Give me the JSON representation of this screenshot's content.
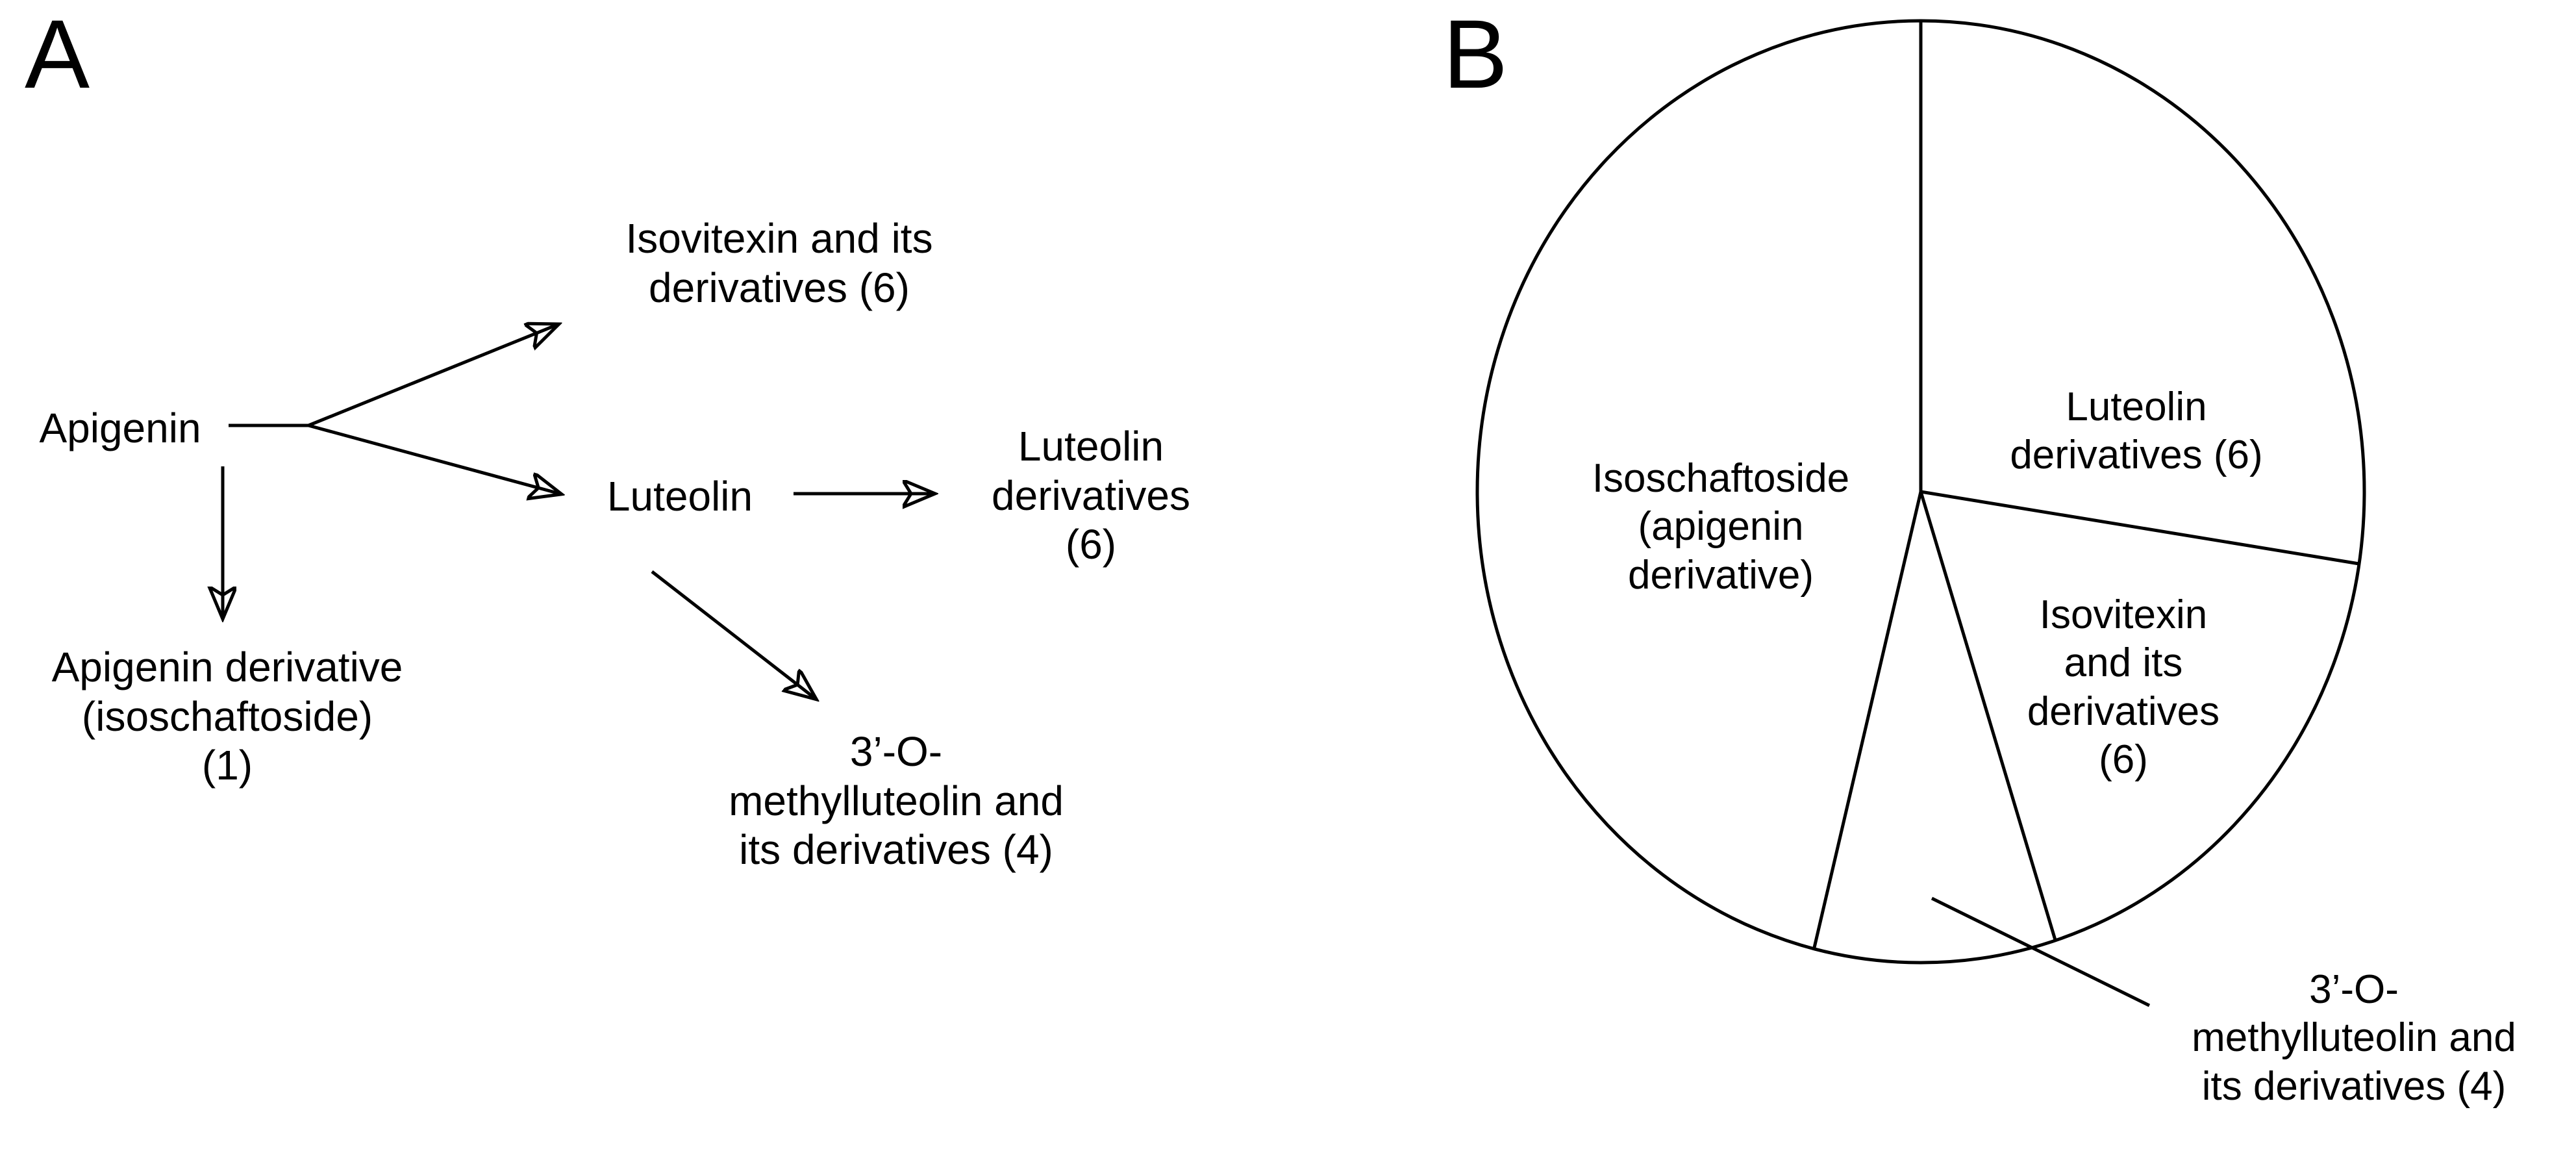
{
  "figure": {
    "panels": [
      {
        "letter": "A",
        "kind": "flow-diagram"
      },
      {
        "letter": "B",
        "kind": "pie-chart"
      }
    ],
    "colors": {
      "stroke": "#000000",
      "background": "#ffffff",
      "text": "#000000"
    }
  },
  "panel_a": {
    "letter": "A",
    "nodes": {
      "apigenin": "Apigenin",
      "isovitexin": "Isovitexin and its\nderivatives (6)",
      "luteolin": "Luteolin",
      "luteolin_derivatives": "Luteolin\nderivatives\n(6)",
      "methylluteolin": "3’-O-\nmethylluteolin and\nits derivatives (4)",
      "apigenin_derivative": "Apigenin derivative\n(isoschaftoside)\n(1)"
    },
    "edges": [
      {
        "from": "Apigenin",
        "to": "Isovitexin and its derivatives (6)",
        "arrow": true
      },
      {
        "from": "Apigenin",
        "to": "Luteolin",
        "arrow": true
      },
      {
        "from": "Apigenin",
        "to": "Apigenin derivative (isoschaftoside) (1)",
        "arrow": true
      },
      {
        "from": "Luteolin",
        "to": "Luteolin derivatives (6)",
        "arrow": true
      },
      {
        "from": "Luteolin",
        "to": "3’-O-methylluteolin and its derivatives (4)",
        "arrow": true
      }
    ]
  },
  "panel_b": {
    "letter": "B",
    "labels": {
      "isoschaftoside": "Isoschaftoside\n(apigenin\nderivative)",
      "luteolin_derivatives": "Luteolin\nderivatives (6)",
      "isovitexin": "Isovitexin\nand its\nderivatives\n(6)",
      "methylluteolin": "3’-O-\nmethylluteolin and\nits derivatives (4)"
    }
  },
  "chart_data": {
    "type": "pie",
    "title": "",
    "labels": [
      "Luteolin derivatives (6)",
      "Isovitexin and its derivatives (6)",
      "3’-O-methylluteolin and its derivatives (4)",
      "Isoschaftoside (apigenin derivative)"
    ],
    "values": [
      6,
      6,
      4,
      1
    ],
    "counts": [
      6,
      6,
      4,
      1
    ],
    "start_angles_deg": [
      0,
      98.8,
      162.4,
      193.2
    ],
    "end_angles_deg": [
      98.8,
      162.4,
      193.2,
      360
    ],
    "sweep_deg": [
      98.8,
      63.6,
      30.8,
      166.8
    ],
    "angle_origin": "12 o'clock, clockwise",
    "legend": "none (labels placed on slices)",
    "slice_fill": "#ffffff",
    "slice_stroke": "#000000",
    "callout_slice": "3’-O-methylluteolin and its derivatives (4)"
  }
}
